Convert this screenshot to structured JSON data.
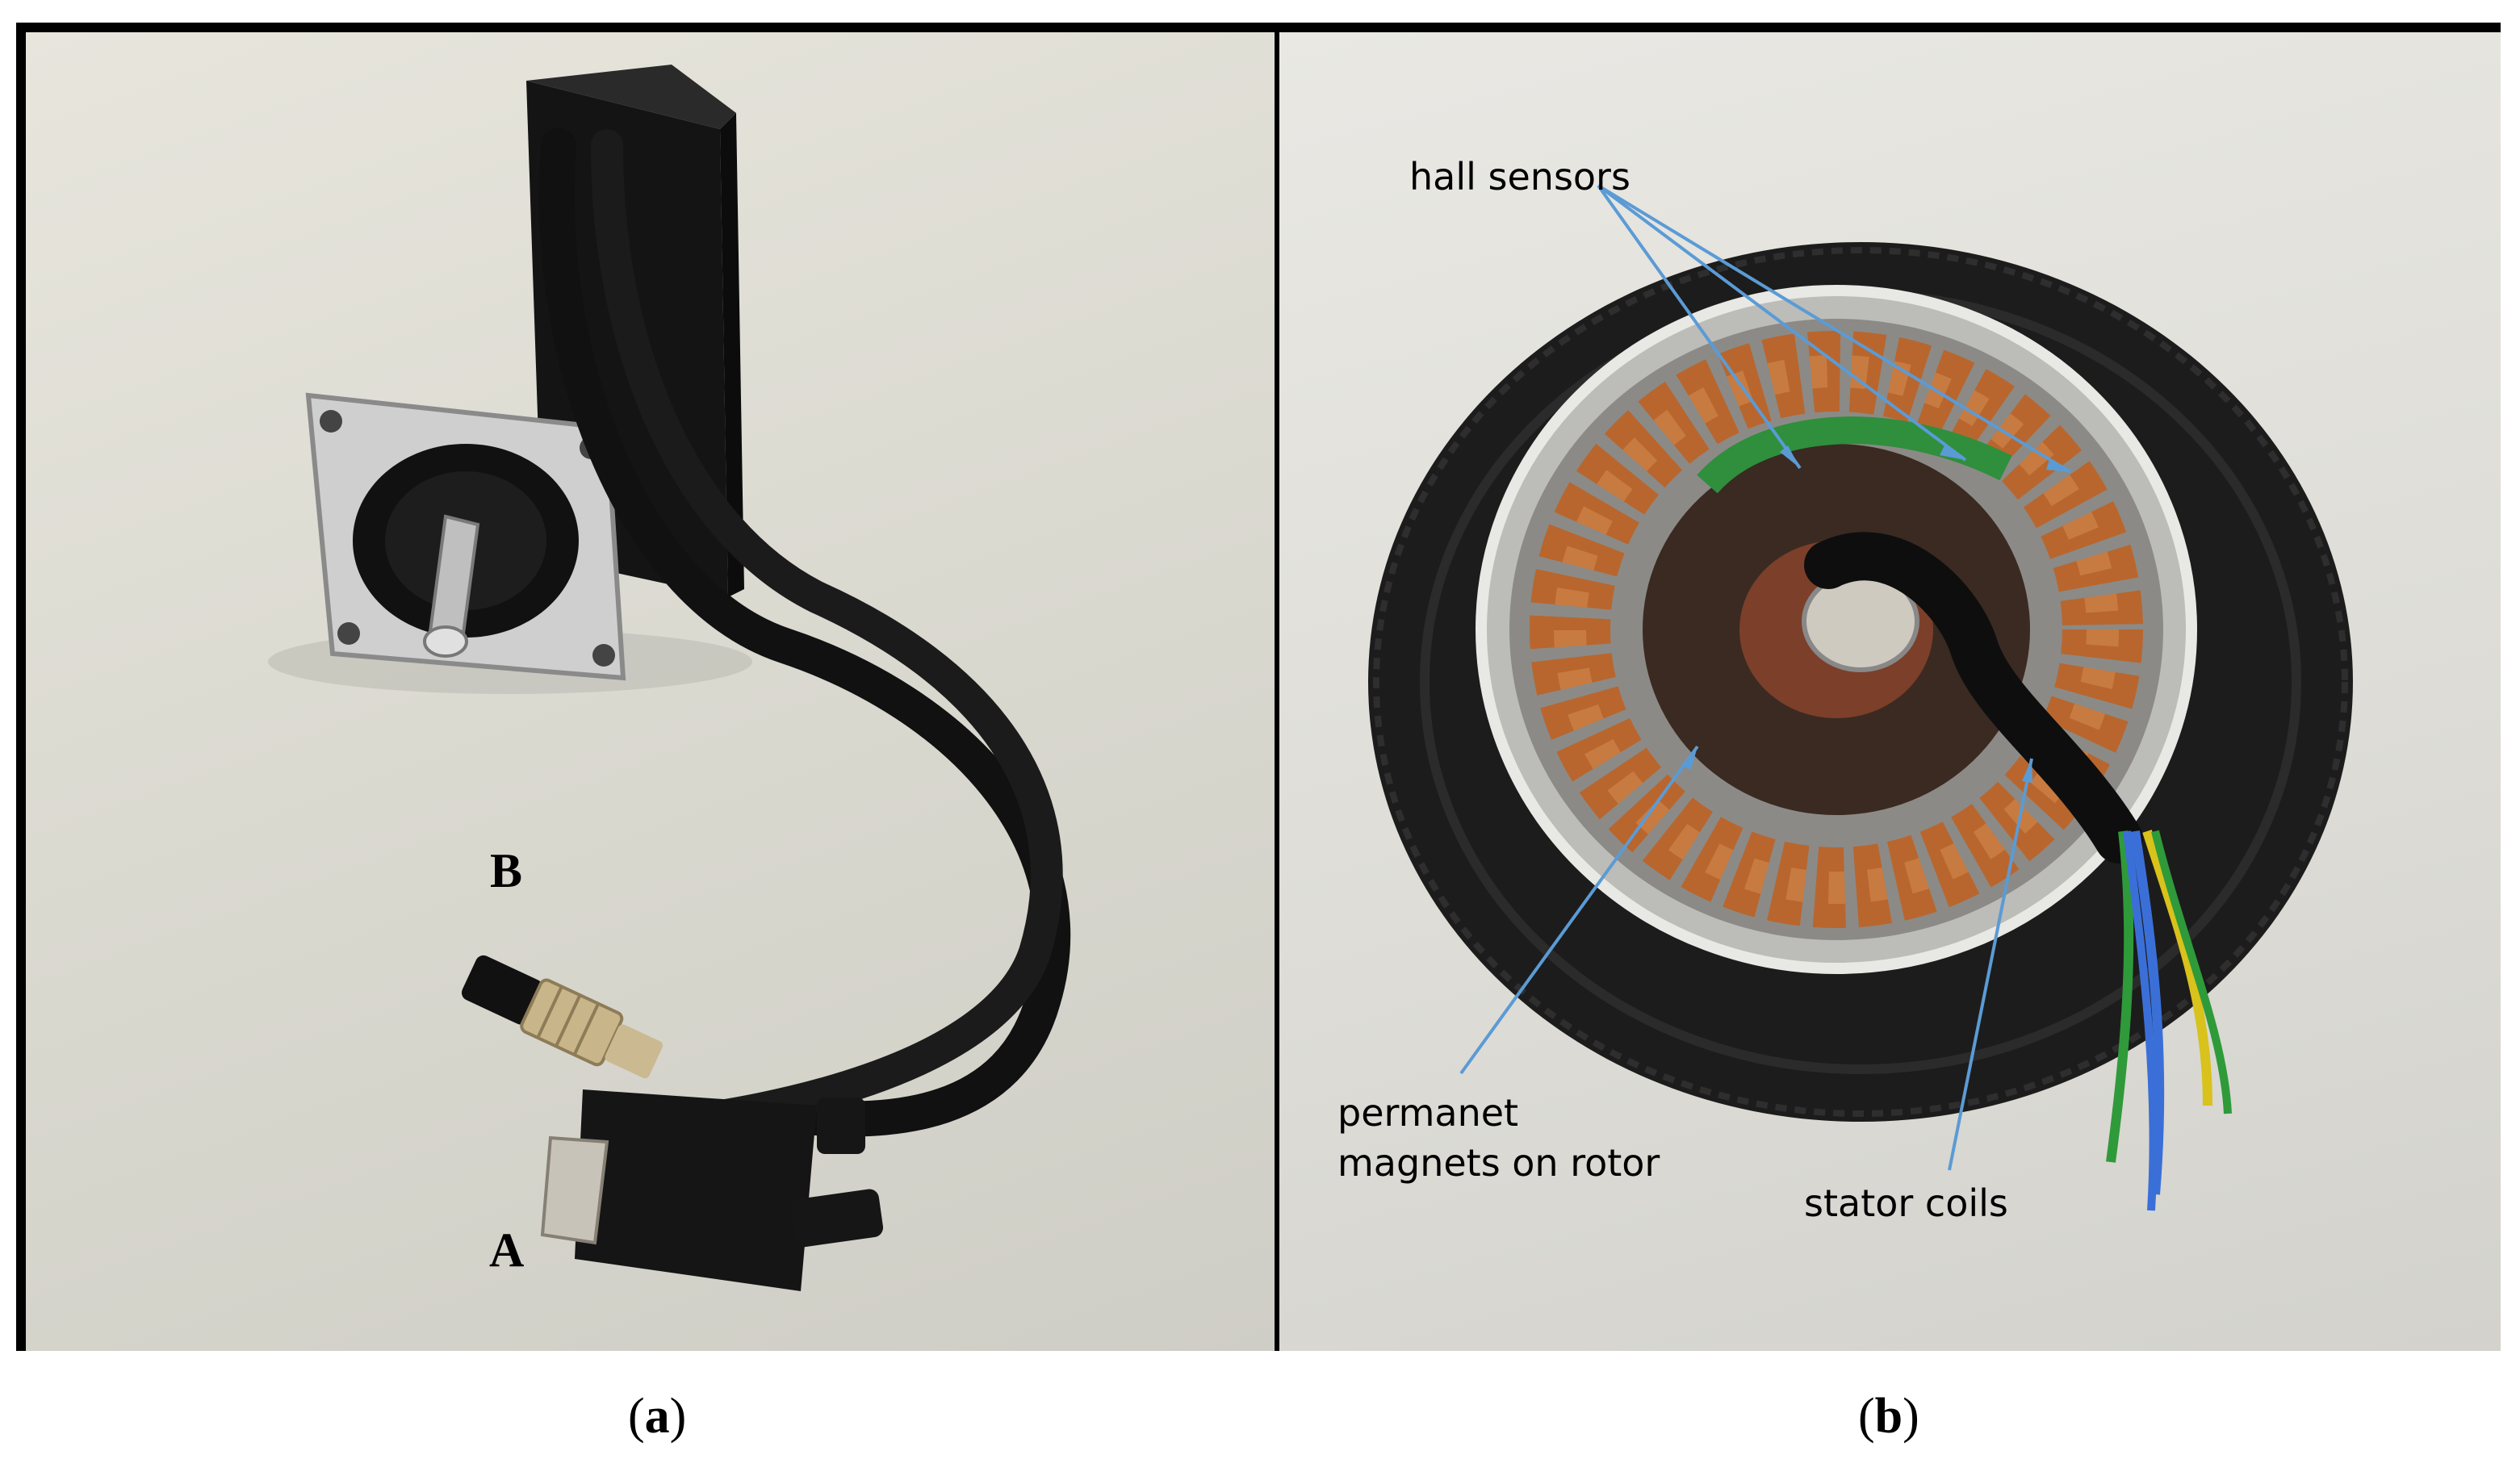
{
  "panel_a": {
    "label_b": "B",
    "label_a": "A",
    "caption_open": "(",
    "caption_letter": "a",
    "caption_close": ")",
    "subject": "stepper motor with cables, aviation connector and D-sub connector"
  },
  "panel_b": {
    "annotations": {
      "hall_sensors": "hall sensors",
      "permanent_magnets_line1": "permanet",
      "permanent_magnets_line2": "magnets on rotor",
      "stator_coils": "stator coils"
    },
    "caption_open": "(",
    "caption_letter": "b",
    "caption_close": ")",
    "subject": "hub motor wheel with exposed stator"
  },
  "colors": {
    "arrow": "#5b9bd5",
    "copper": "#b8662e",
    "tire": "#1c1c1c",
    "motor_body": "#141414"
  }
}
